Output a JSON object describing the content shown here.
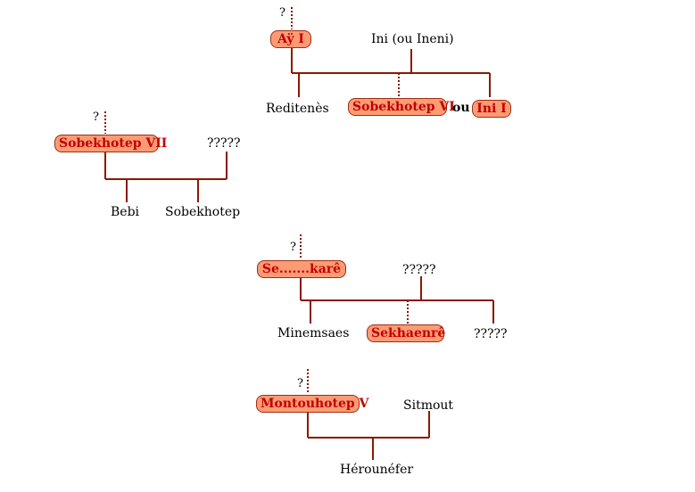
{
  "families": [
    {
      "unknown_parent": "?",
      "king": "Aÿ I",
      "spouse": "Ini (ou Ineni)",
      "children": [
        "Reditenès",
        "Sobekhotep VI",
        "ou",
        "Ini I"
      ]
    },
    {
      "unknown_parent": "?",
      "king": "Sobekhotep VII",
      "spouse": "?????",
      "children": [
        "Bebi",
        "Sobekhotep"
      ]
    },
    {
      "unknown_parent": "?",
      "king": "Se.......karê",
      "spouse": "?????",
      "children": [
        "Minemsaes",
        "Sekhaenrê",
        "?????"
      ]
    },
    {
      "unknown_parent": "?",
      "king": "Montouhotep V",
      "spouse": "Sitmout",
      "children": [
        "Hérounéfer"
      ]
    }
  ],
  "colors": {
    "king_fill": "#ff9b74",
    "king_text": "#c00000",
    "line": "#8b1a00"
  }
}
